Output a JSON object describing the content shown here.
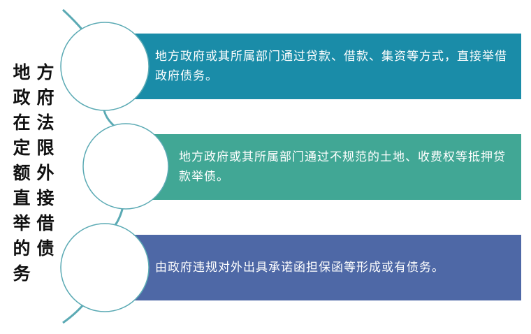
{
  "title_left_column": "地政在定额直举的务",
  "title_right_column": "方府法限外接借债",
  "items": [
    {
      "text": "地方政府或其所属部门通过贷款、借款、集资等方式，直接举借政府债务。",
      "color": "#1A8CA8"
    },
    {
      "text": "地方政府或其所属部门通过不规范的土地、收费权等抵押贷款举债。",
      "color": "#41A795"
    },
    {
      "text": "由政府违规对外出具承诺函担保函等形成或有债务。",
      "color": "#4E68A6"
    }
  ],
  "colors": {
    "connector": "#5BAAB4",
    "circle_fill": "#ffffff"
  }
}
